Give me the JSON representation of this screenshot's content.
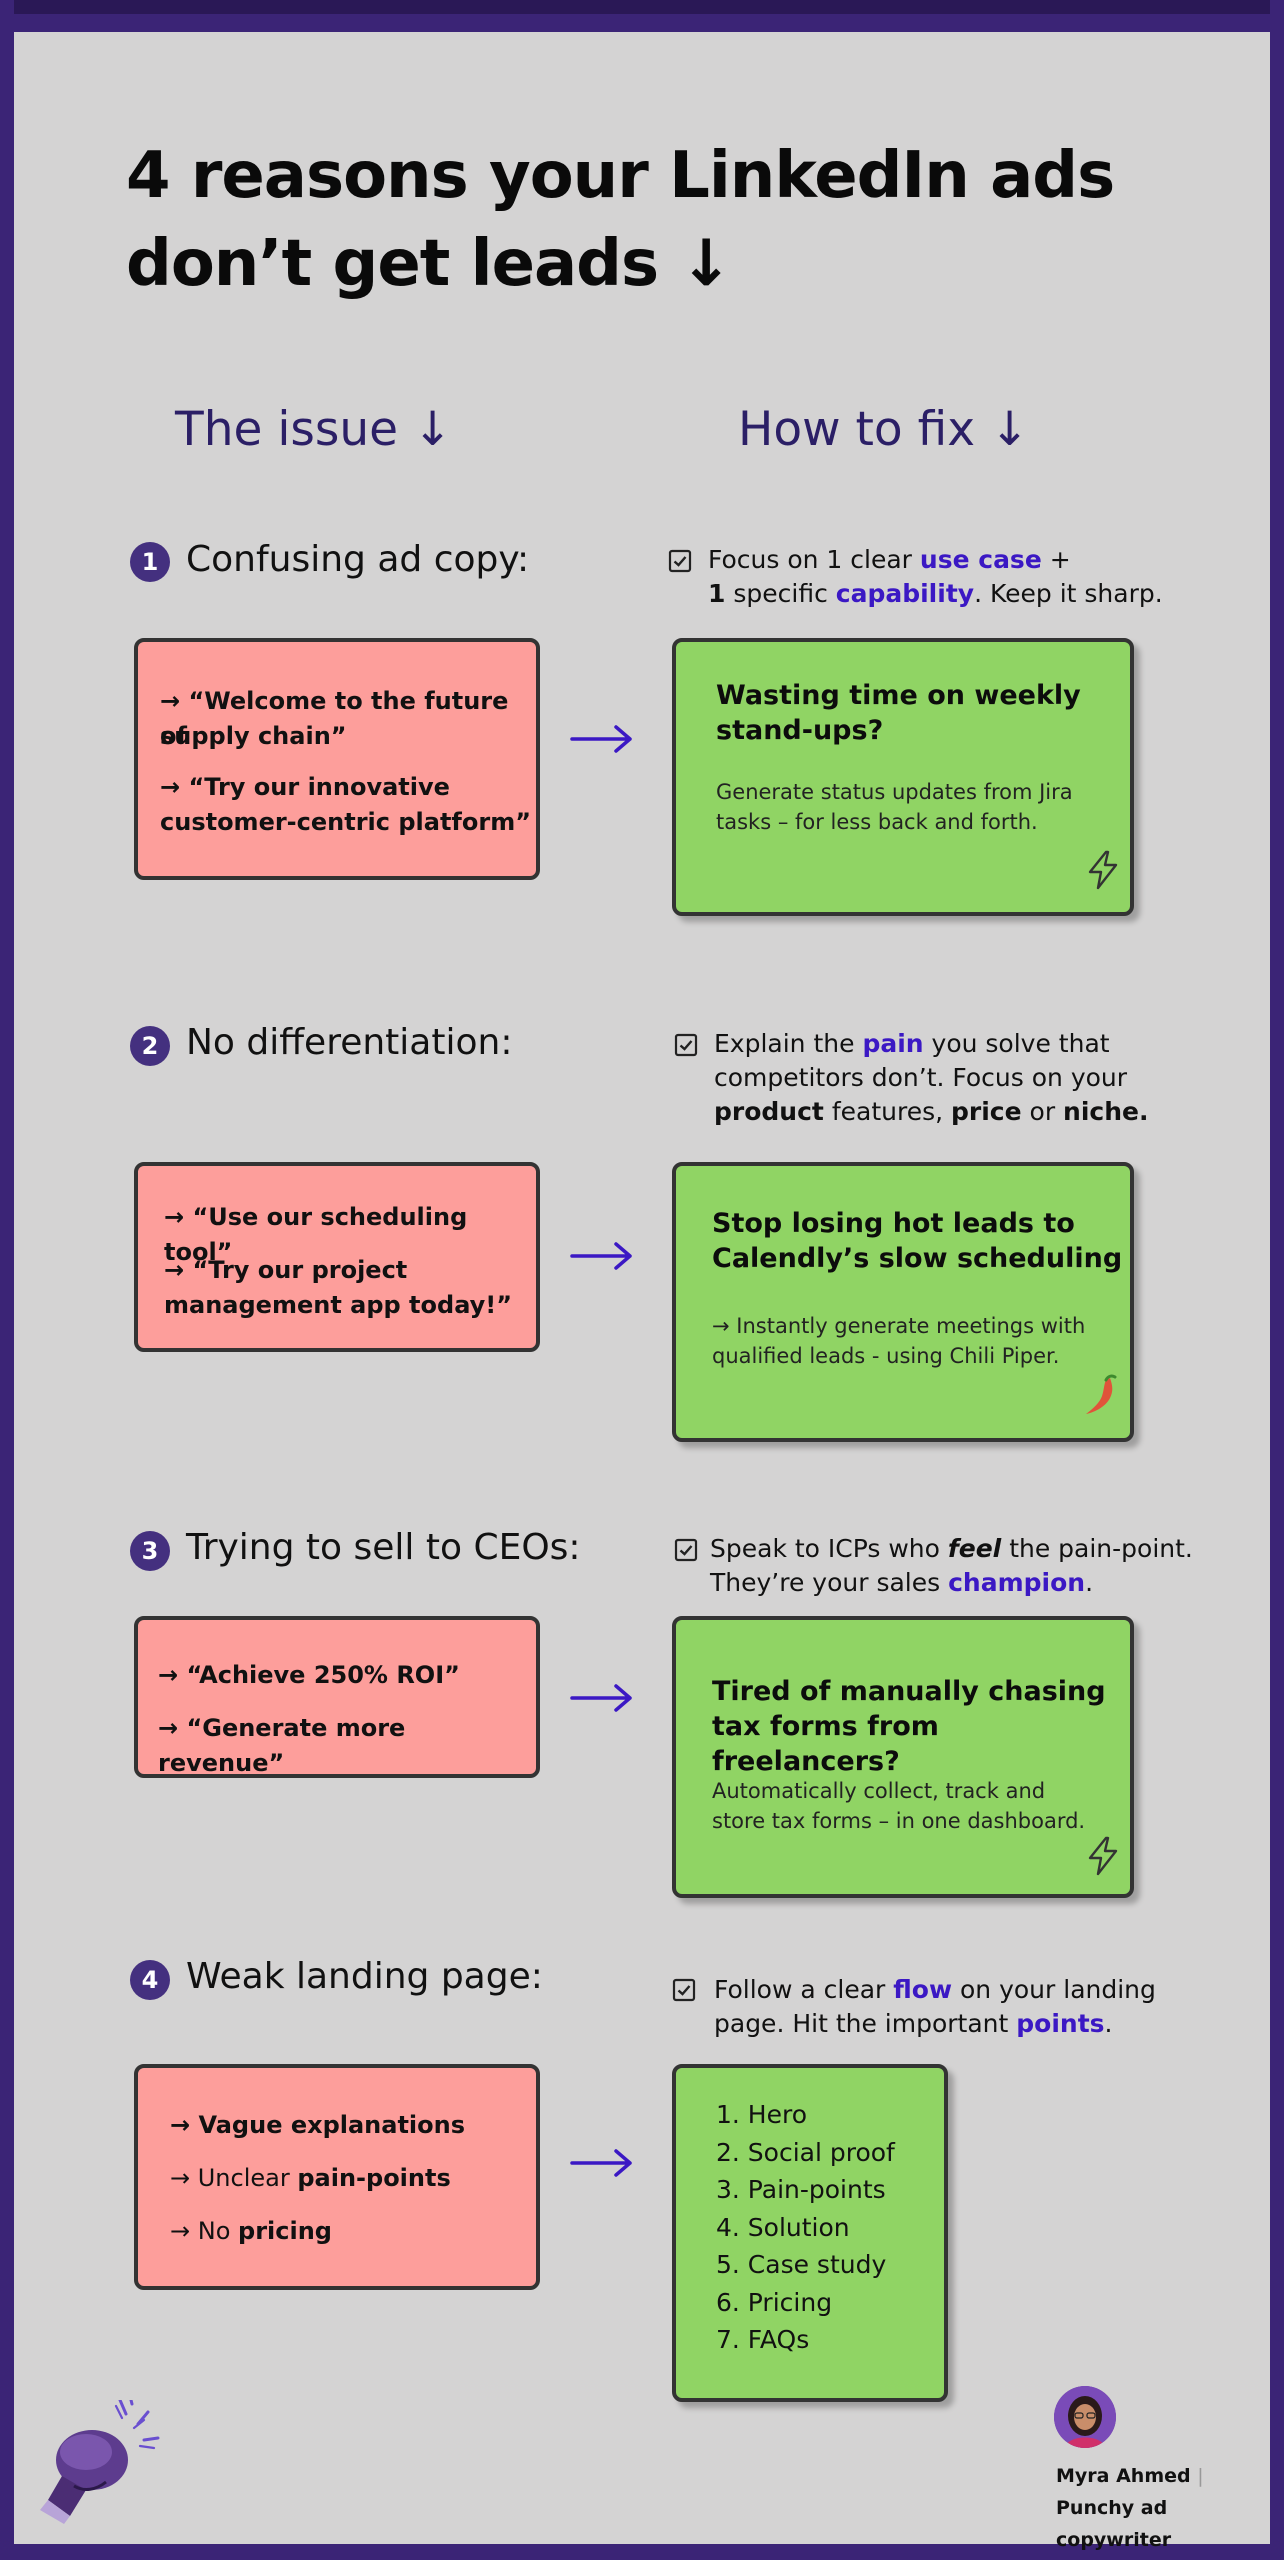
{
  "title_line1": "4 reasons your LinkedIn ads",
  "title_line2": "don’t get leads ↓",
  "col_issue": "The issue ↓",
  "col_fix": "How to fix ↓",
  "reasons": [
    {
      "num": "1",
      "issue": "Confusing ad copy:",
      "fix": {
        "a": "Focus on 1 clear ",
        "hl1": "use case",
        "b": " +",
        "c": "1",
        "d": " specific ",
        "hl2": "capability",
        "e": ". Keep it sharp."
      },
      "bad": [
        "→ “Welcome to the future of",
        "supply chain”",
        "→ “Try our innovative",
        "customer-centric platform”"
      ],
      "good_head": [
        "Wasting time on weekly",
        "stand-ups?"
      ],
      "good_body": [
        "Generate status updates from Jira",
        "tasks – for less back and forth."
      ],
      "icon": "lightning-icon"
    },
    {
      "num": "2",
      "issue": "No differentiation:",
      "fix": {
        "a": "Explain the ",
        "hl1": "pain",
        "b": " you solve that",
        "c": "competitors don’t. Focus on your",
        "d": "product",
        "e": " features, ",
        "f": "price",
        "g": " or ",
        "h": "niche."
      },
      "bad": [
        "→ “Use our scheduling tool”",
        "→ “Try our project",
        "management app today!”"
      ],
      "good_head": [
        "Stop losing hot leads to",
        "Calendly’s slow scheduling"
      ],
      "good_body": [
        "→ Instantly generate meetings with",
        "qualified leads - using Chili Piper."
      ],
      "icon": "chili-pepper-icon"
    },
    {
      "num": "3",
      "issue": "Trying to sell to CEOs:",
      "fix": {
        "a": "Speak to ICPs who ",
        "em": "feel",
        "b": " the pain-point.",
        "c": "They’re your sales ",
        "hl1": "champion",
        "d": "."
      },
      "bad": [
        "→ “Achieve 250% ROI”",
        "→ “Generate more revenue”"
      ],
      "good_head": [
        "Tired of manually chasing",
        "tax forms from freelancers?"
      ],
      "good_body": [
        "Automatically collect, track and",
        "store tax forms – in one dashboard."
      ],
      "icon": "lightning-icon"
    },
    {
      "num": "4",
      "issue": "Weak landing page:",
      "fix": {
        "a": "Follow a clear ",
        "hl1": "flow",
        "b": " on your landing",
        "c": "page. Hit the important ",
        "hl2": "points",
        "d": "."
      },
      "bad": [
        "→ Vague explanations",
        "→ Unclear ",
        "pain-points",
        "→ No ",
        "pricing"
      ],
      "flow": [
        "1. Hero",
        "2. Social proof",
        "3. Pain-points",
        "4. Solution",
        "5. Case study",
        "6. Pricing",
        "7. FAQs"
      ]
    }
  ],
  "author": {
    "name": "Myra Ahmed",
    "sep": "|",
    "role": "Punchy ad copywriter"
  },
  "colors": {
    "frame": "#3b2476",
    "background": "#d4d3d3",
    "highlight": "#3b18c4",
    "bad_box": "#fd9e9b",
    "good_box": "#90d464"
  }
}
